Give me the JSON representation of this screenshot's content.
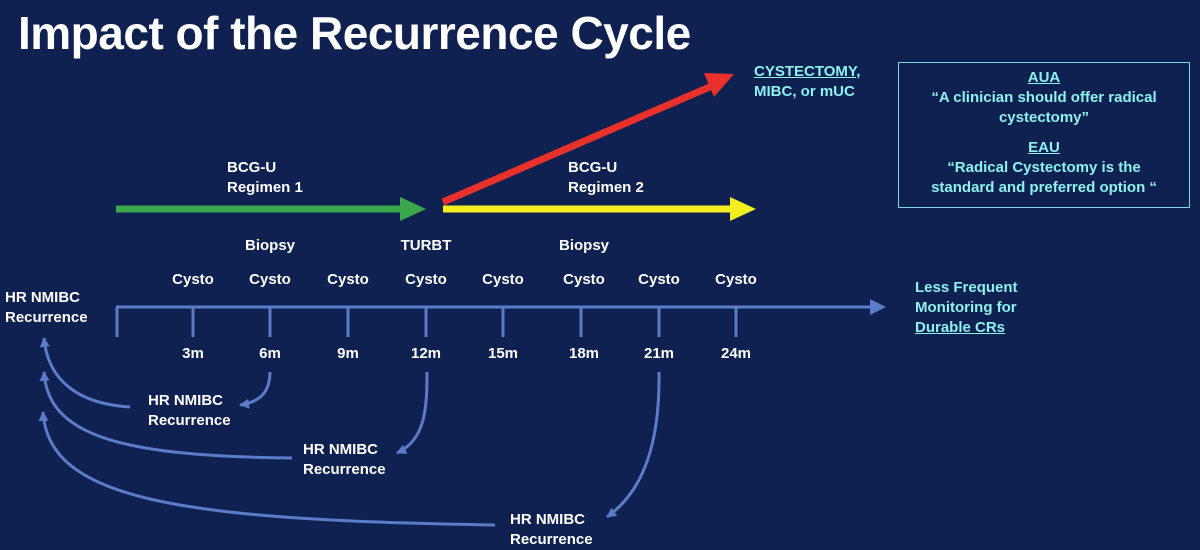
{
  "title": "Impact of the Recurrence Cycle",
  "outcome": {
    "line1": "CYSTECTOMY,",
    "line2": "MIBC, or mUC"
  },
  "guidelines": [
    {
      "org": "AUA",
      "quote": "“A clinician should offer radical cystectomy”"
    },
    {
      "org": "EAU",
      "quote": "“Radical Cystectomy is the standard and preferred option “"
    }
  ],
  "regimens": [
    {
      "line1": "BCG-U",
      "line2": "Regimen 1"
    },
    {
      "line1": "BCG-U",
      "line2": "Regimen 2"
    }
  ],
  "procedures": {
    "biopsy_6m": "Biopsy",
    "turbt_12m": "TURBT",
    "biopsy_18m": "Biopsy"
  },
  "cysto_label": "Cysto",
  "timepoints": [
    "3m",
    "6m",
    "9m",
    "12m",
    "15m",
    "18m",
    "21m",
    "24m"
  ],
  "start_label": {
    "line1": "HR NMIBC",
    "line2": "Recurrence"
  },
  "end_label": {
    "line1": "Less Frequent",
    "line2": "Monitoring for",
    "line3": "Durable CRs"
  },
  "recurrences": [
    {
      "line1": "HR NMIBC",
      "line2": "Recurrence"
    },
    {
      "line1": "HR NMIBC",
      "line2": "Recurrence"
    },
    {
      "line1": "HR NMIBC",
      "line2": "Recurrence"
    }
  ],
  "colors": {
    "background": "#0e2150",
    "timeline": "#5b7cc9",
    "regimen1_arrow": "#3aa84a",
    "regimen2_arrow": "#f5ee1e",
    "cystectomy_arrow": "#e8312a",
    "highlight_text": "#8ff0f0"
  },
  "icons": {
    "arrowheads": "triangle-arrowhead"
  }
}
